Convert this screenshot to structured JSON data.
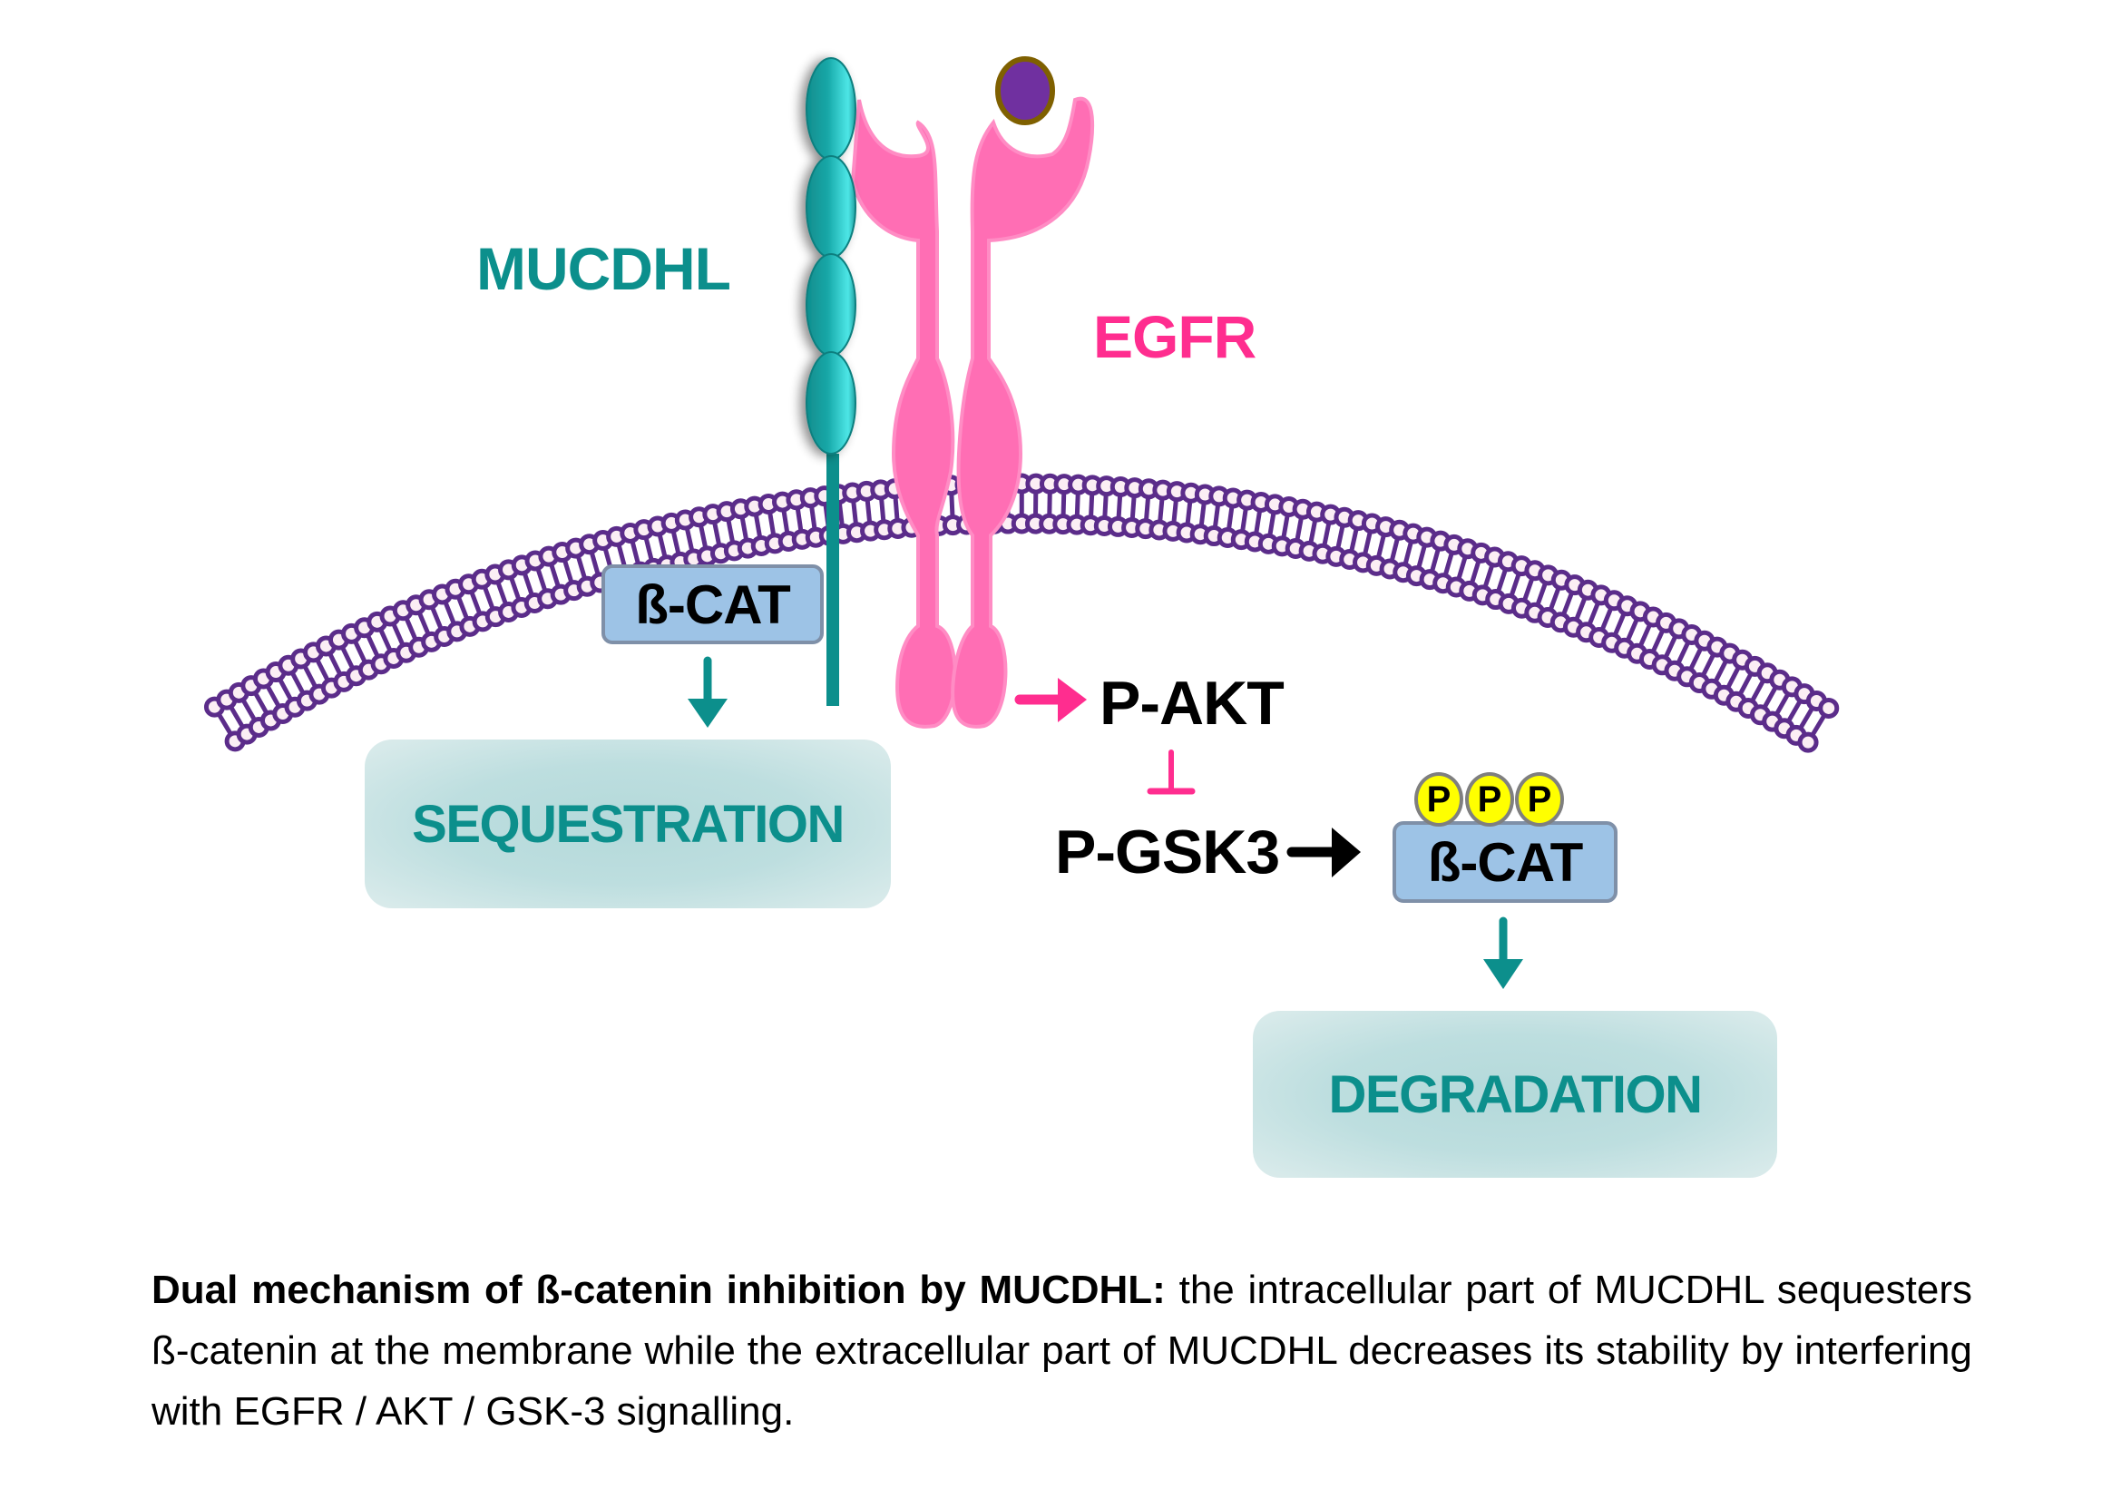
{
  "figure": {
    "labels": {
      "mucdhl": "MUCDHL",
      "egfr": "EGFR",
      "bcat_membrane": "ß-CAT",
      "sequestration": "SEQUESTRATION",
      "pakt": "P-AKT",
      "pgsk3": "P-GSK3",
      "bcat_phospho": "ß-CAT",
      "phospho_marks": [
        "P",
        "P",
        "P"
      ],
      "degradation": "DEGRADATION"
    },
    "colors": {
      "mucdhl_teal": "#0c8f8c",
      "mucdhl_bead": "#2ec6c6",
      "egfr_pink": "#ff6eb4",
      "egfr_label": "#ff2d8f",
      "ligand_purple": "#7030a0",
      "ligand_ring": "#7f6000",
      "membrane_purple": "#5b2c8a",
      "bcat_fill": "#9dc3e6",
      "bcat_border": "#7f90a8",
      "phospho_yellow": "#ffff00",
      "result_box": "#bddedf",
      "activation_arrow_pink": "#ff2d8f",
      "activation_arrow_black": "#000000"
    },
    "relations": [
      {
        "from": "EGFR",
        "to": "P-AKT",
        "type": "activation"
      },
      {
        "from": "P-AKT",
        "to": "P-GSK3",
        "type": "inhibition"
      },
      {
        "from": "P-GSK3",
        "to": "ß-CAT (phosphorylated)",
        "type": "activation"
      },
      {
        "from": "ß-CAT (membrane)",
        "to": "SEQUESTRATION",
        "type": "leads-to"
      },
      {
        "from": "ß-CAT (phosphorylated)",
        "to": "DEGRADATION",
        "type": "leads-to"
      }
    ]
  },
  "caption": {
    "bold": "Dual mechanism of ß-catenin inhibition by MUCDHL:",
    "text": " the intracellular part of MUCDHL sequesters ß-catenin at the membrane while the extracellular part of MUCDHL decreases its stability by interfering with EGFR / AKT / GSK-3 signalling."
  }
}
